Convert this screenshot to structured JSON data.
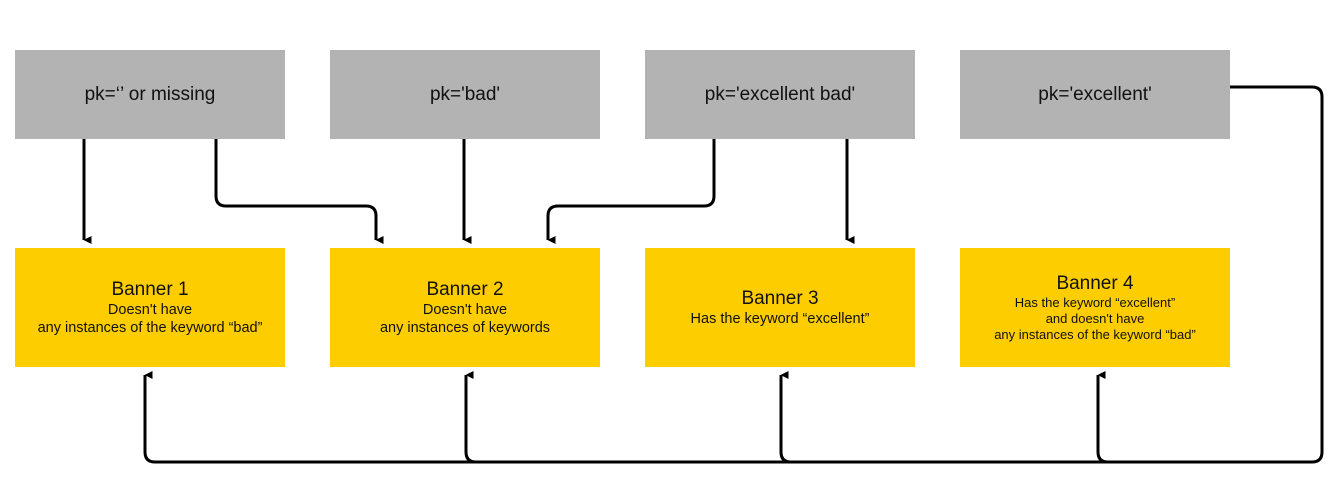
{
  "colors": {
    "condition_box": "#b3b3b3",
    "banner_box": "#fecd00",
    "arrow": "#000000"
  },
  "conditions": [
    {
      "label": "pk=‘’  or missing"
    },
    {
      "label": "pk='bad'"
    },
    {
      "label": "pk='excellent bad'"
    },
    {
      "label": "pk='excellent'"
    }
  ],
  "banners": [
    {
      "title": "Banner 1",
      "lines": [
        "Doesn't have",
        "any instances of the keyword “bad”"
      ]
    },
    {
      "title": "Banner 2",
      "lines": [
        "Doesn't have",
        "any instances of keywords"
      ]
    },
    {
      "title": "Banner 3",
      "lines": [
        "Has the keyword “excellent”"
      ]
    },
    {
      "title": "Banner 4",
      "lines": [
        "Has the keyword “excellent”",
        "and doesn't have",
        "any instances of the keyword “bad”"
      ]
    }
  ]
}
